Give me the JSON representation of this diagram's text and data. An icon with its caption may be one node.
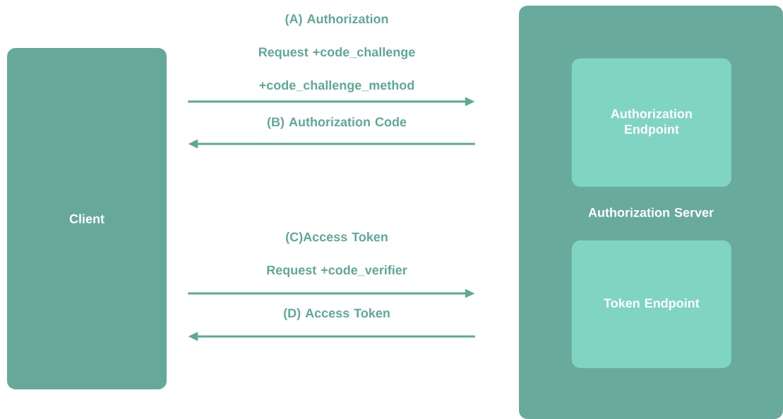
{
  "diagram": {
    "nodes": [
      {
        "text": [
          "Client"
        ]
      },
      {
        "text": [
          "Authorization Server"
        ]
      },
      {
        "text": [
          "Authorization Endpoint"
        ],
        "in": 1
      },
      {
        "text": [
          "Token Endpoint"
        ],
        "in": 1
      }
    ],
    "edges": [
      {
        "from": 0,
        "to": 1,
        "arrow": "to",
        "label": "(A) Authorization Request +code_challenge +code_challenge_method"
      },
      {
        "from": 1,
        "to": 0,
        "arrow": "to",
        "label": "(B) Authorization Code"
      },
      {
        "from": 0,
        "to": 1,
        "arrow": "to",
        "label": "(C)Access Token Request +code_verifier"
      },
      {
        "from": 1,
        "to": 0,
        "arrow": "to",
        "label": "(D) Access Token"
      }
    ]
  }
}
